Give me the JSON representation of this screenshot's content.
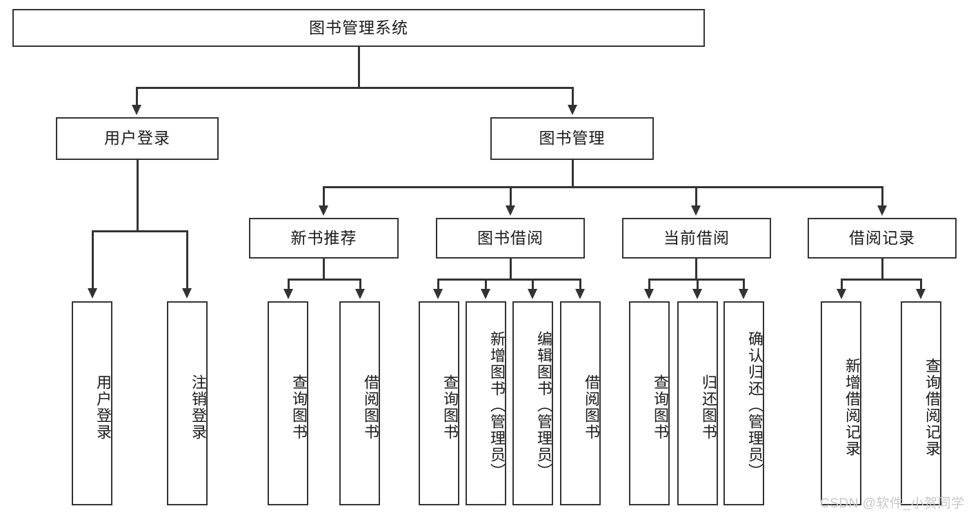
{
  "diagram": {
    "title": "图书管理系统",
    "watermark": "CSDN @软件_小贺同学",
    "colors": {
      "stroke": "#333333",
      "fill": "#ffffff",
      "text": "#1a1a1a",
      "watermark": "#c9c9c9"
    },
    "root": {
      "label": "图书管理系统"
    },
    "level2": [
      {
        "label": "用户登录"
      },
      {
        "label": "图书管理"
      }
    ],
    "level3": [
      {
        "label": "新书推荐"
      },
      {
        "label": "图书借阅"
      },
      {
        "label": "当前借阅"
      },
      {
        "label": "借阅记录"
      }
    ],
    "leaves": {
      "user_login": [
        {
          "label": "用户登录"
        },
        {
          "label": "注销登录"
        }
      ],
      "new_book": [
        {
          "label": "查询图书"
        },
        {
          "label": "借阅图书"
        }
      ],
      "book_borrow": [
        {
          "label": "查询图书"
        },
        {
          "label": "新增图书（管理员）"
        },
        {
          "label": "编辑图书（管理员）"
        },
        {
          "label": "借阅图书"
        }
      ],
      "current_borrow": [
        {
          "label": "查询图书"
        },
        {
          "label": "归还图书"
        },
        {
          "label": "确认归还（管理员）"
        }
      ],
      "borrow_record": [
        {
          "label": "新增借阅记录"
        },
        {
          "label": "查询借阅记录"
        }
      ]
    }
  }
}
